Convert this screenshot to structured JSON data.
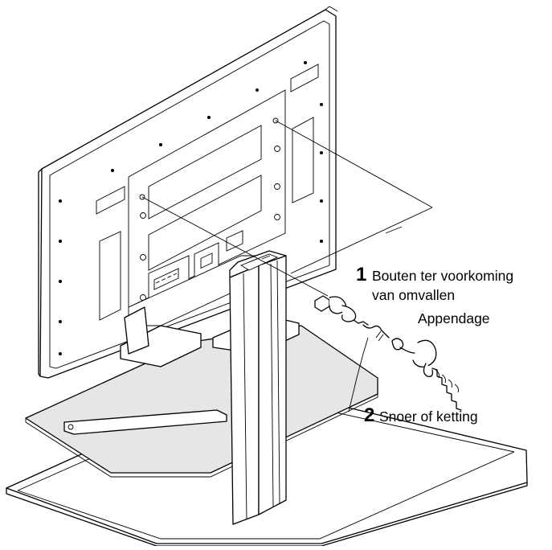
{
  "callouts": [
    {
      "number": "1",
      "lines": [
        "Bouten ter voorkoming",
        "van omvallen"
      ]
    },
    {
      "number": "2",
      "lines": [
        "Snoer of ketting"
      ]
    }
  ],
  "appendage_label": "Appendage"
}
